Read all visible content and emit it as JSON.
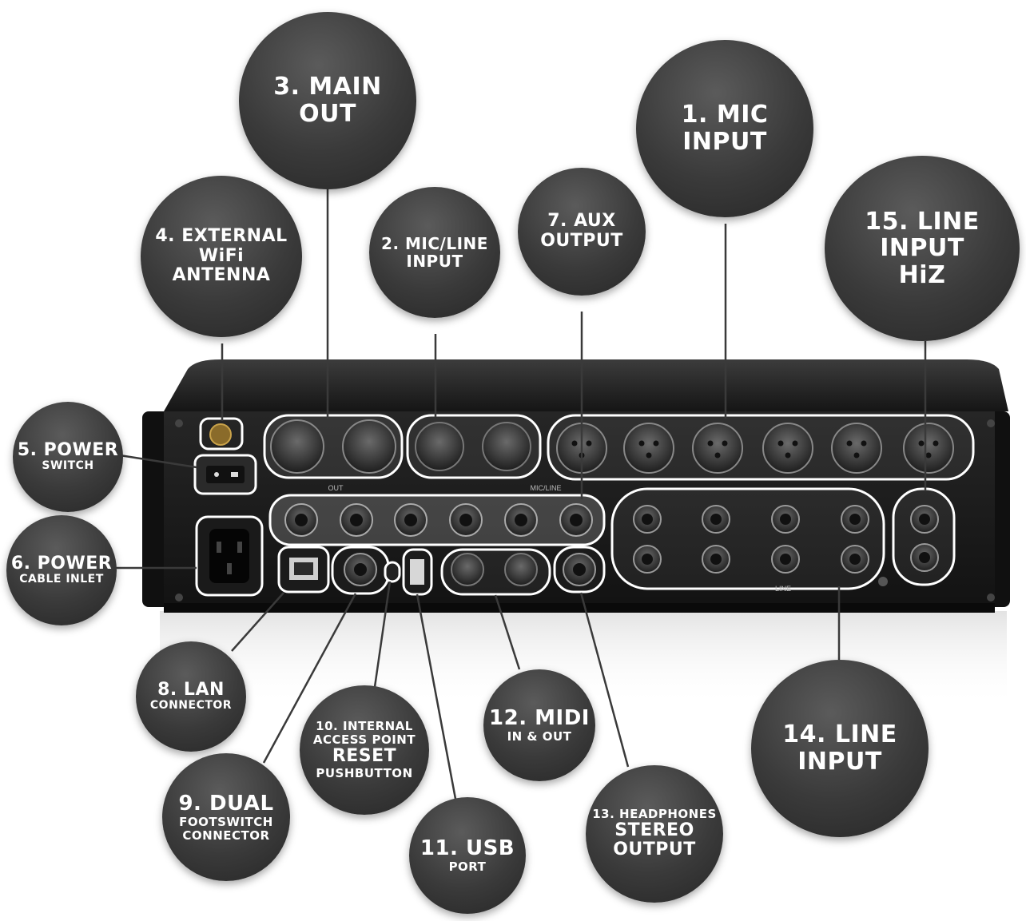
{
  "callouts": {
    "c1": {
      "lines": [
        "1. MIC",
        "INPUT"
      ]
    },
    "c2": {
      "lines": [
        "2. MIC/LINE",
        "INPUT"
      ]
    },
    "c3": {
      "lines": [
        "3. MAIN",
        "OUT"
      ]
    },
    "c4": {
      "lines": [
        "4. EXTERNAL",
        "WiFi",
        "ANTENNA"
      ]
    },
    "c5": {
      "lines": [
        "5. POWER",
        "SWITCH"
      ]
    },
    "c6": {
      "lines": [
        "6. POWER",
        "CABLE INLET"
      ]
    },
    "c7": {
      "lines": [
        "7. AUX",
        "OUTPUT"
      ]
    },
    "c8": {
      "lines": [
        "8. LAN",
        "CONNECTOR"
      ]
    },
    "c9": {
      "lines": [
        "9. DUAL",
        "FOOTSWITCH",
        "CONNECTOR"
      ]
    },
    "c10": {
      "lines": [
        "10. INTERNAL",
        "ACCESS POINT",
        "RESET",
        "PUSHBUTTON"
      ]
    },
    "c11": {
      "lines": [
        "11. USB",
        "PORT"
      ]
    },
    "c12": {
      "lines": [
        "12. MIDI",
        "IN & OUT"
      ]
    },
    "c13": {
      "lines": [
        "13. HEADPHONES",
        "STEREO",
        "OUTPUT"
      ]
    },
    "c14": {
      "lines": [
        "14. LINE",
        "INPUT"
      ]
    },
    "c15": {
      "lines": [
        "15. LINE",
        "INPUT",
        "HiZ"
      ]
    }
  },
  "panel_labels": {
    "out": "OUT",
    "mic_line": "MIC/LINE",
    "line": "LINE"
  },
  "colors": {
    "bubble": "#3a3a3a",
    "device": "#1c1c1c",
    "highlight": "#ffffff"
  }
}
